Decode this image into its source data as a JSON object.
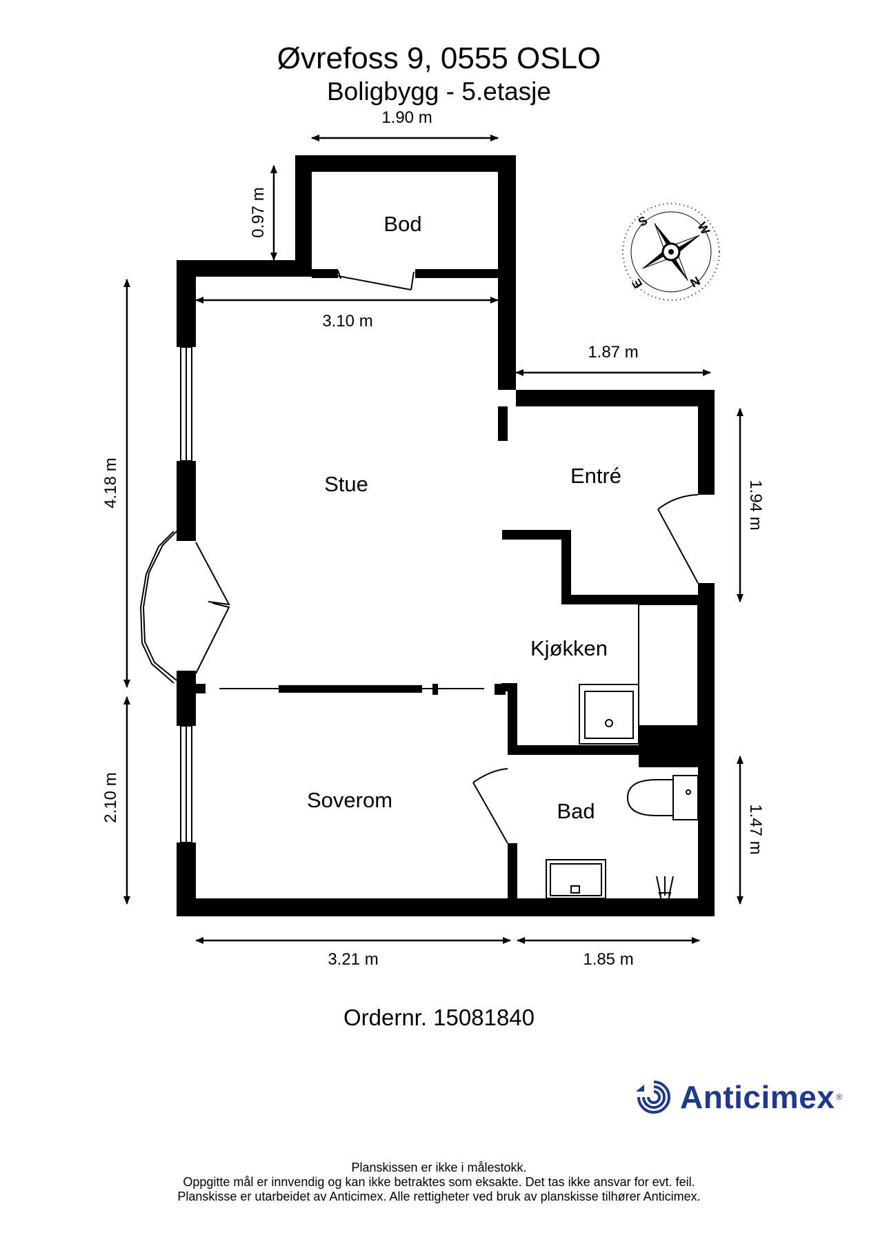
{
  "header": {
    "title": "Øvrefoss 9, 0555 OSLO",
    "subtitle": "Boligbygg  - 5.etasje"
  },
  "rooms": {
    "bod": "Bod",
    "stue": "Stue",
    "entre": "Entré",
    "kjokken": "Kjøkken",
    "soverom": "Soverom",
    "bad": "Bad"
  },
  "dimensions": {
    "top_width": "1.90 m",
    "bod_depth": "0.97 m",
    "stue_width": "3.10 m",
    "entre_width": "1.87 m",
    "left_height": "4.18 m",
    "entre_height": "1.94 m",
    "soverom_height": "2.10 m",
    "bad_height": "1.47 m",
    "bottom_left": "3.21 m",
    "bottom_right": "1.85 m"
  },
  "compass": {
    "labels": [
      "S",
      "W",
      "N",
      "E"
    ]
  },
  "order": "Ordernr. 15081840",
  "brand": {
    "name": "Anticimex",
    "reg": "®",
    "color": "#1f3a8c"
  },
  "footer": {
    "line1": "Planskissen er ikke i målestokk.",
    "line2": "Oppgitte mål er innvendig og kan ikke betraktes som eksakte. Det tas ikke ansvar for evt. feil.",
    "line3": "Planskisse er utarbeidet av Anticimex. Alle rettigheter ved bruk av planskisse tilhører Anticimex."
  }
}
